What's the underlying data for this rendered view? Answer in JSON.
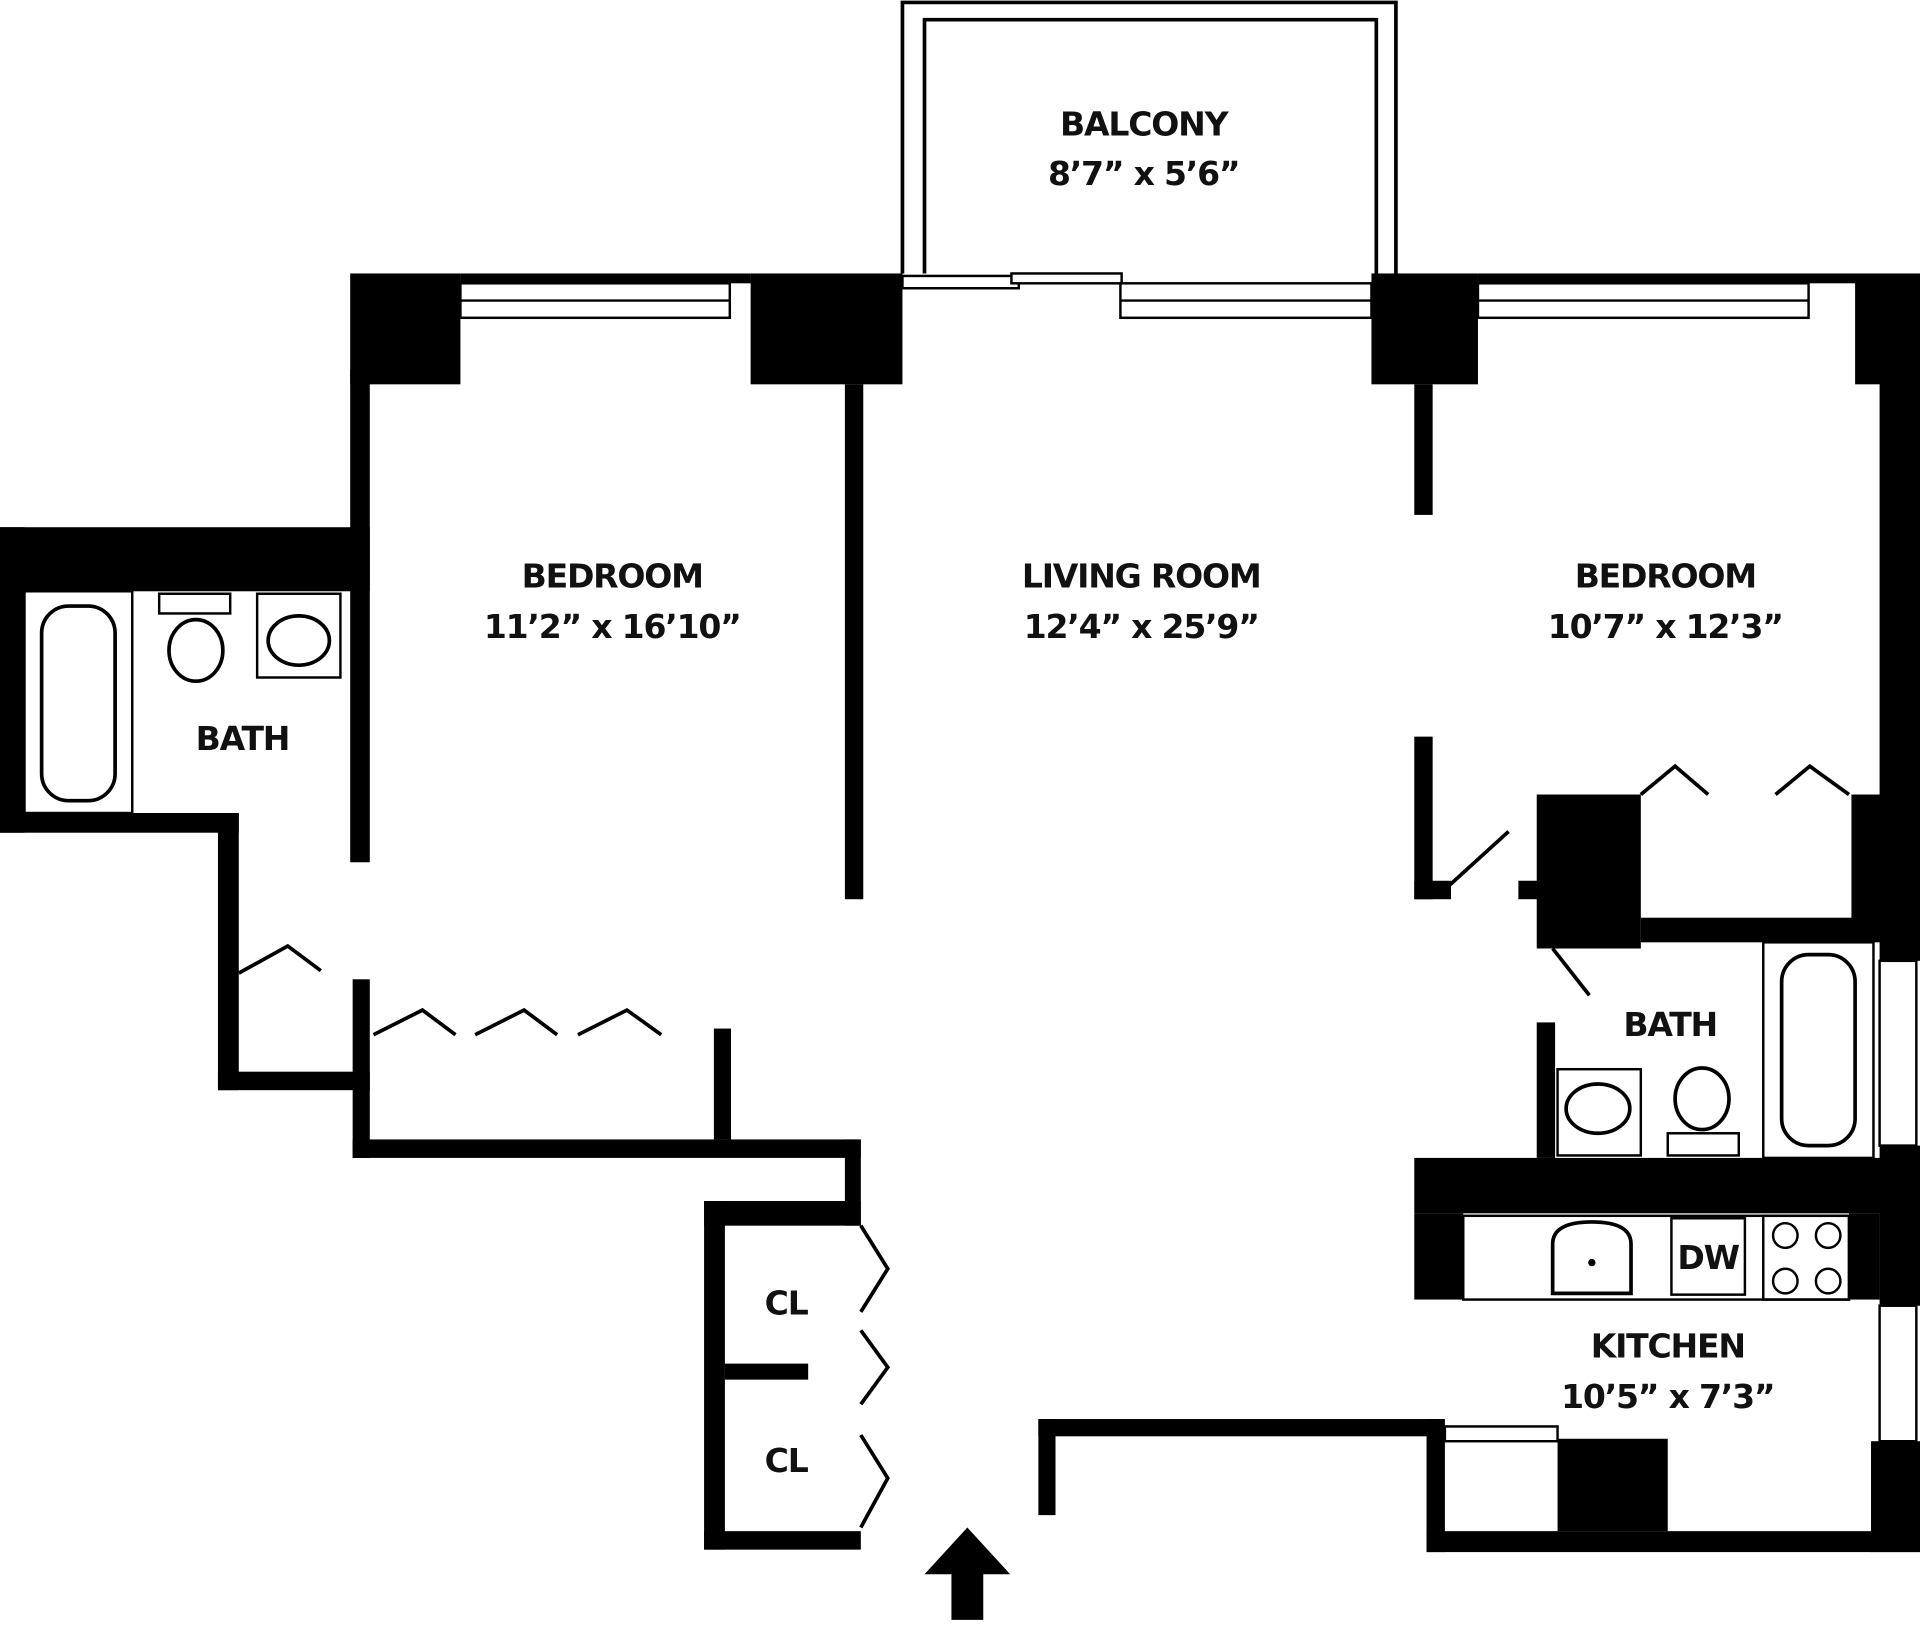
{
  "rooms": [
    {
      "name": "BALCONY",
      "size": "8’7” x 5’6”"
    },
    {
      "name": "BEDROOM",
      "size": "11’2” x 16’10”"
    },
    {
      "name": "LIVING ROOM",
      "size": "12’4” x 25’9”"
    },
    {
      "name": "BEDROOM",
      "size": "10’7” x 12’3”"
    },
    {
      "name": "BATH"
    },
    {
      "name": "BATH"
    },
    {
      "name": "KITCHEN",
      "size": "10’5” x 7’3”"
    },
    {
      "name": "CL"
    },
    {
      "name": "CL"
    }
  ],
  "appliances": {
    "dishwasher": "DW"
  },
  "colors": {
    "wall": "#000000",
    "background": "#ffffff"
  },
  "icons": [
    "entry-arrow-icon",
    "toilet-icon",
    "sink-icon",
    "bathtub-icon",
    "stove-icon"
  ]
}
